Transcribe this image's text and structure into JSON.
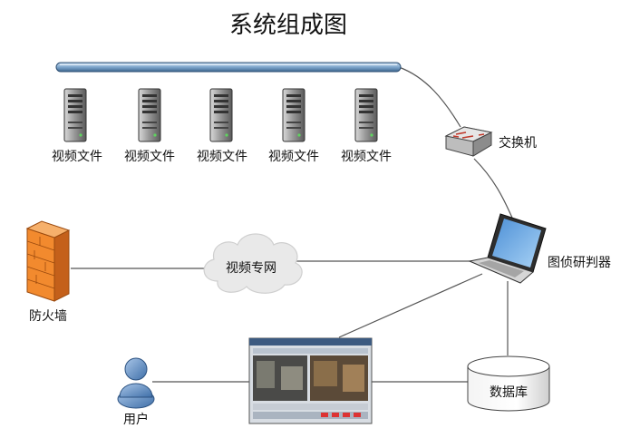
{
  "title": "系统组成图",
  "servers": [
    {
      "label": "视频文件"
    },
    {
      "label": "视频文件"
    },
    {
      "label": "视频文件"
    },
    {
      "label": "视频文件"
    },
    {
      "label": "视频文件"
    }
  ],
  "nodes": {
    "switch": {
      "label": "交换机"
    },
    "laptop": {
      "label": "图侦研判器"
    },
    "firewall": {
      "label": "防火墙"
    },
    "network": {
      "label": "视频专网"
    },
    "user": {
      "label": "用户"
    },
    "database": {
      "label": "数据库"
    }
  }
}
